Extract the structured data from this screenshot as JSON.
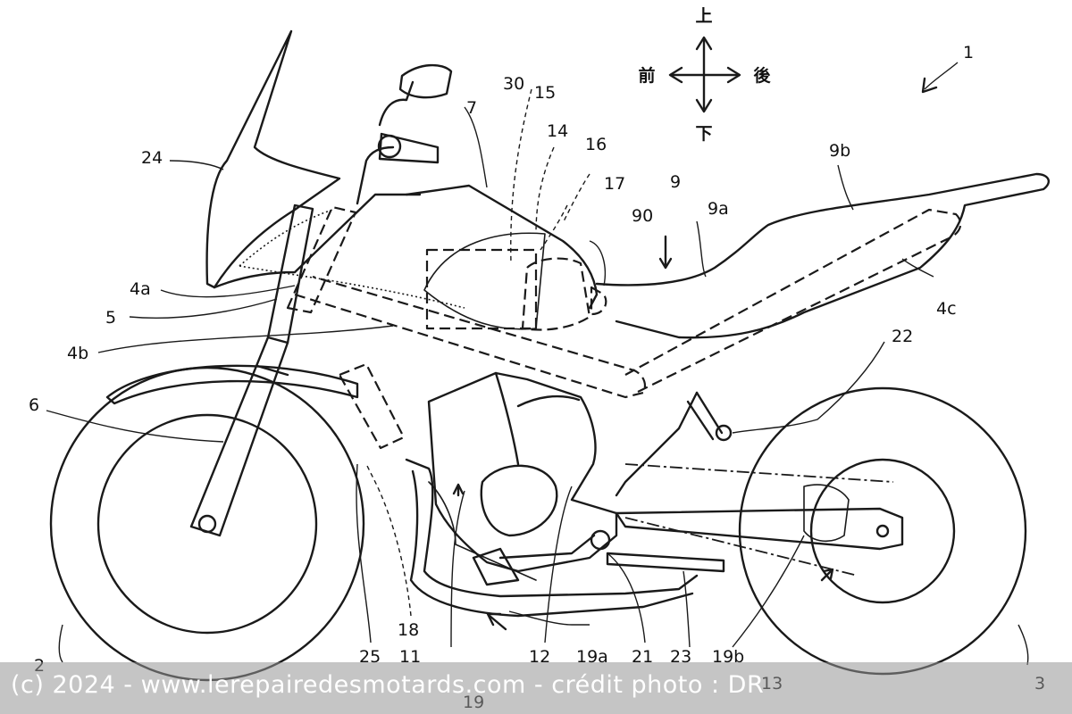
{
  "directions": {
    "up": "上",
    "down": "下",
    "front": "前",
    "rear": "後"
  },
  "labels": {
    "l1": "1",
    "l2": "2",
    "l3": "3",
    "l4a": "4a",
    "l4b": "4b",
    "l4c": "4c",
    "l5": "5",
    "l6": "6",
    "l7": "7",
    "l9": "9",
    "l9a": "9a",
    "l9b": "9b",
    "l11": "11",
    "l12": "12",
    "l13": "13",
    "l14": "14",
    "l15": "15",
    "l16": "16",
    "l17": "17",
    "l18": "18",
    "l19": "19",
    "l19a": "19a",
    "l19b": "19b",
    "l21": "21",
    "l22": "22",
    "l23": "23",
    "l24": "24",
    "l25": "25",
    "l30": "30",
    "l90": "90"
  },
  "watermark": "(c) 2024 - www.lerepairedesmotards.com - crédit photo : DR"
}
